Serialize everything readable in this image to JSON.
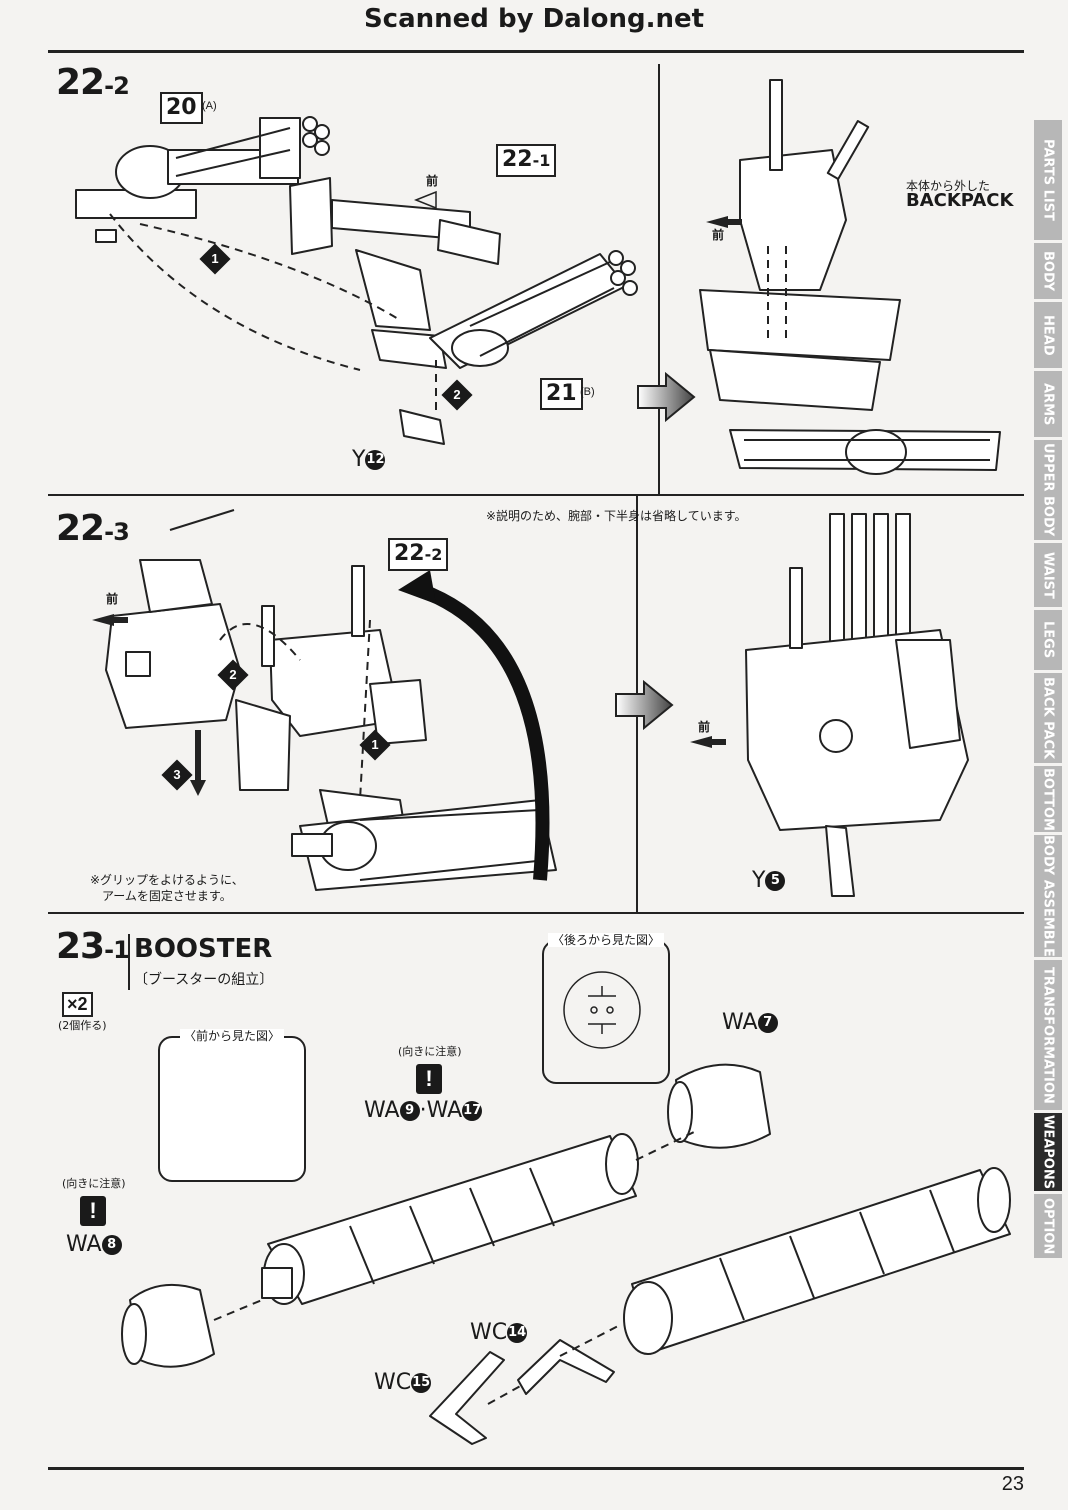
{
  "header": {
    "scan_credit": "Scanned by Dalong.net"
  },
  "steps": {
    "s22_2": {
      "num": "22",
      "sub": "-2",
      "part20": {
        "num": "20",
        "tag": "(A)"
      },
      "part22_1": {
        "num": "22",
        "sub": "-1"
      },
      "part21": {
        "num": "21",
        "tag": "(B)"
      },
      "mae": "前",
      "part_y": "Y",
      "part_y_num": "12",
      "arrow_1": "1",
      "arrow_2": "2"
    },
    "s23_2_right": {
      "removed_label": "本体から外した",
      "backpack": "BACKPACK",
      "mae": "前"
    },
    "s22_3": {
      "num": "22",
      "sub": "-3",
      "note_top": "※説明のため、腕部・下半身は省略しています。",
      "part22_2": {
        "num": "22",
        "sub": "-2"
      },
      "mae_left": "前",
      "mae_right": "前",
      "arrow_1": "1",
      "arrow_2": "2",
      "arrow_3": "3",
      "grip_note_1": "※グリップをよけるように、",
      "grip_note_2": "アームを固定させます。",
      "part_y": "Y",
      "part_y_num": "5"
    },
    "s23_1": {
      "num": "23",
      "sub": "-1",
      "title": "BOOSTER",
      "subtitle": "〔ブースターの組立〕",
      "qty": "×2",
      "qty_note": "(2個作る)",
      "front_view": "〈前から見た図〉",
      "back_view": "〈後ろから見た図〉",
      "caution_1": "(向きに注意)",
      "caution_2": "(向きに注意)",
      "wa8": {
        "prefix": "WA",
        "n": "8"
      },
      "wa9": {
        "prefix": "WA",
        "n": "9"
      },
      "wa17": {
        "prefix": "WA",
        "n": "17"
      },
      "wa7": {
        "prefix": "WA",
        "n": "7"
      },
      "wc14": {
        "prefix": "WC",
        "n": "14"
      },
      "wc15": {
        "prefix": "WC",
        "n": "15"
      },
      "dot_sep": "·"
    }
  },
  "side_tabs": [
    {
      "label": "PARTS LIST",
      "active": false
    },
    {
      "label": "BODY",
      "active": false
    },
    {
      "label": "HEAD",
      "active": false
    },
    {
      "label": "ARMS",
      "active": false
    },
    {
      "label": "UPPER BODY",
      "active": false
    },
    {
      "label": "WAIST",
      "active": false
    },
    {
      "label": "LEGS",
      "active": false
    },
    {
      "label": "BACK PACK",
      "active": false
    },
    {
      "label": "BOTTOM",
      "active": false
    },
    {
      "label": "BODY ASSEMBLE",
      "active": false
    },
    {
      "label": "TRANSFORMATION",
      "active": false
    },
    {
      "label": "WEAPONS",
      "active": true
    },
    {
      "label": "OPTION",
      "active": false
    }
  ],
  "page_number": "23"
}
